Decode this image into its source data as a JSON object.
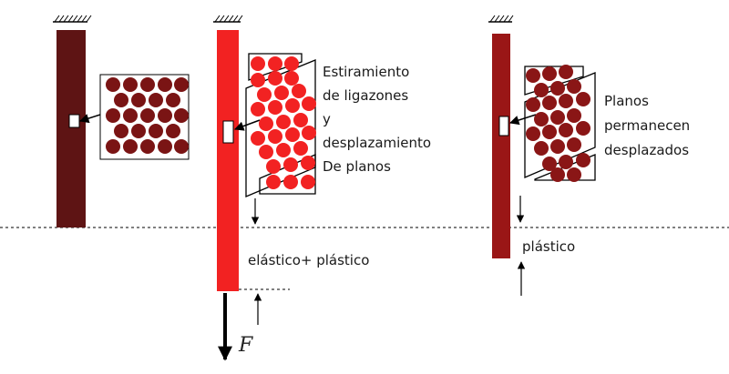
{
  "colors": {
    "bar_initial": "#5e1414",
    "bar_loaded": "#f22222",
    "bar_unloaded": "#9a1616",
    "atom_dark": "#7a1414",
    "atom_bright": "#f22222",
    "atom_mid": "#8a1616"
  },
  "labels": {
    "stretching": [
      "Estiramiento",
      "de ligazones",
      "y",
      "desplazamiento",
      "De planos"
    ],
    "planes": [
      "Planos",
      "permanecen",
      "desplazados"
    ],
    "elastic_plastic": "elástico+ plástico",
    "plastic": "plástico",
    "force": "F"
  },
  "icons": {
    "support": "hatched-wall-support-icon",
    "probe": "material-element-marker-icon",
    "pointer": "pointer-arrow-icon",
    "deformation": "small-displacement-arrow-icon",
    "load": "bold-downward-force-arrow-icon"
  }
}
